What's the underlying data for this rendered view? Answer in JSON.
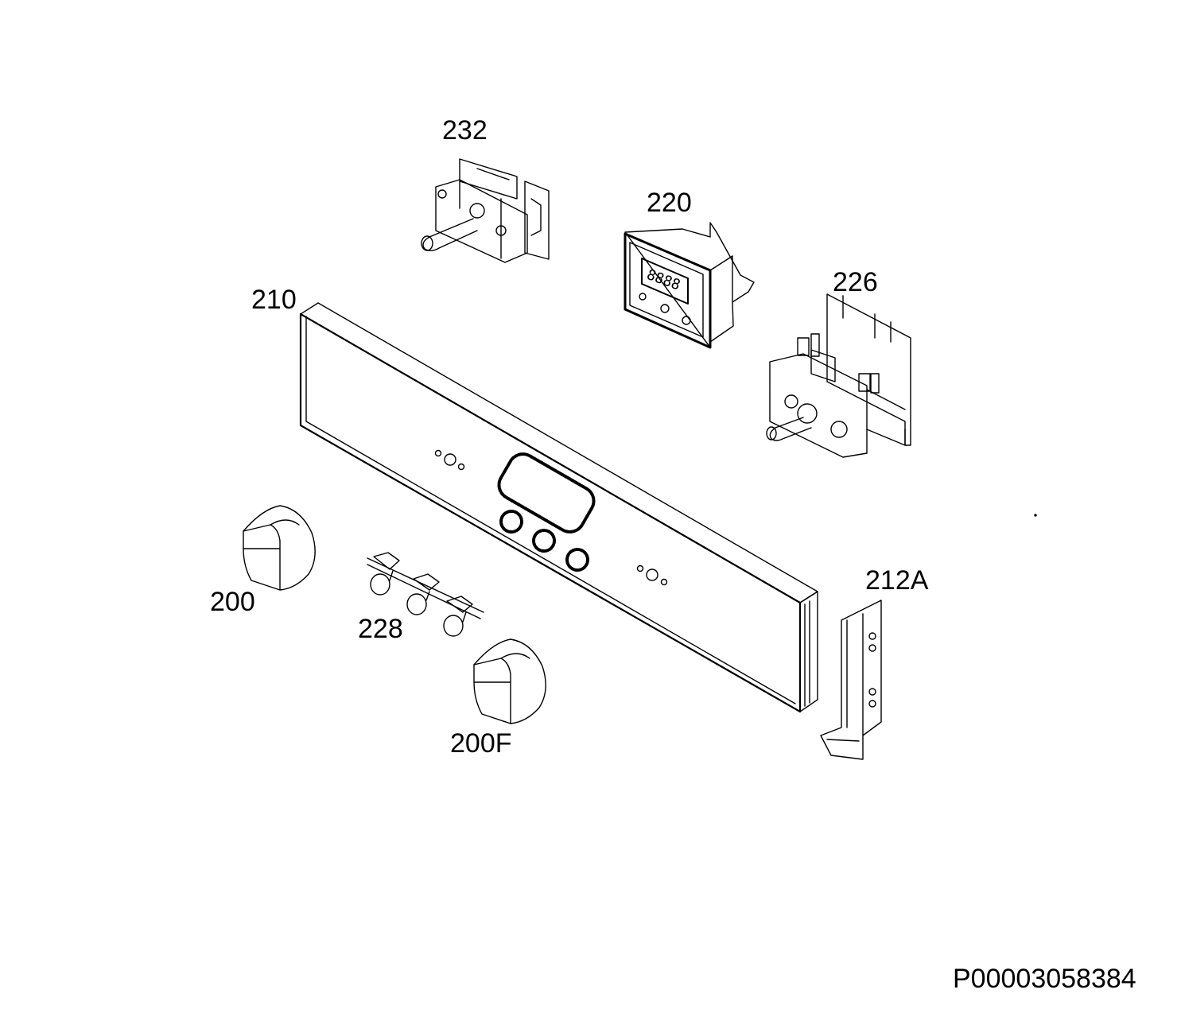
{
  "labels": {
    "part_232": "232",
    "part_220": "220",
    "part_226": "226",
    "part_210": "210",
    "part_212a": "212A",
    "part_200": "200",
    "part_228": "228",
    "part_200f": "200F"
  },
  "document_id": "P00003058384",
  "colors": {
    "line": "#000000",
    "background": "#ffffff"
  }
}
